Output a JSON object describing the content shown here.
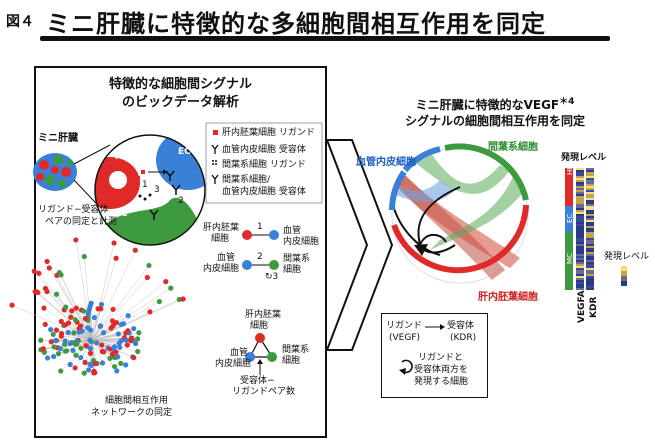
{
  "header": {
    "figure_label": "図４",
    "title": "ミニ肝臓に特徴的な多細胞間相互作用を同定"
  },
  "left_panel": {
    "title_line1": "特徴的な細胞間シグナル",
    "title_line2": "のビックデータ解析",
    "mini_liver_label": "ミニ肝臓",
    "pair_label_line1": "リガンド−受容体",
    "pair_label_line2": "ペアの同定と計測",
    "cells": {
      "he": "HE",
      "ec": "EC",
      "mc": "MC"
    },
    "arrow_numbers": {
      "one": "1",
      "two": "2",
      "three": "3"
    },
    "legend": [
      {
        "icon": "red-square",
        "text": "肝内胚葉細胞 リガンド"
      },
      {
        "icon": "y-receptor",
        "text": "血管内皮細胞 受容体"
      },
      {
        "icon": "dot-grid",
        "text": "間葉系細胞 リガンド"
      },
      {
        "icon": "y-receptor",
        "text": "間葉系細胞/"
      },
      {
        "icon": "",
        "text": "血管内皮細胞 受容体"
      }
    ],
    "pair1": {
      "left_line1": "肝内胚葉",
      "left_line2": "細胞",
      "num": "1",
      "right_line1": "血管",
      "right_line2": "内皮細胞"
    },
    "pair2": {
      "left_line1": "血管",
      "left_line2": "内皮細胞",
      "num": "2",
      "right_line1": "間葉系",
      "right_line2": "細胞",
      "self_num": "3"
    },
    "triangle": {
      "top_line1": "肝内胚葉",
      "top_line2": "細胞",
      "left_line1": "血管",
      "left_line2": "内皮細胞",
      "right_line1": "間葉系",
      "right_line2": "細胞",
      "bottom_line1": "受容体−",
      "bottom_line2": "リガンドペア数"
    },
    "network_label_line1": "細胞間相互作用",
    "network_label_line2": "ネットワークの同定"
  },
  "right_panel": {
    "title_line1": "ミニ肝臓に特徴的なVEGF",
    "title_sup": "＊4",
    "title_line2": "シグナルの細胞間相互作用を同定",
    "ec_label": "血管内皮細胞",
    "mc_label": "間葉系細胞",
    "he_label": "肝内胚葉細胞",
    "expr_label": "発現レベル",
    "expr_label2": "発現レベル",
    "heat_rows": {
      "he": "HE",
      "ec": "EC",
      "mc": "MC"
    },
    "heat_cols": {
      "c1": "VEGFA",
      "c2": "KDR"
    },
    "legend": {
      "ligand": "リガンド",
      "receptor": "受容体",
      "ligand_example": "(VEGF)",
      "receptor_example": "(KDR)",
      "both_line1": "リガンドと",
      "both_line2": "受容体両方を",
      "both_line3": "発現する細胞"
    }
  },
  "colors": {
    "he": "#e02a2a",
    "ec": "#3a7fd8",
    "mc": "#3e9a3e",
    "accent": "#111111"
  }
}
